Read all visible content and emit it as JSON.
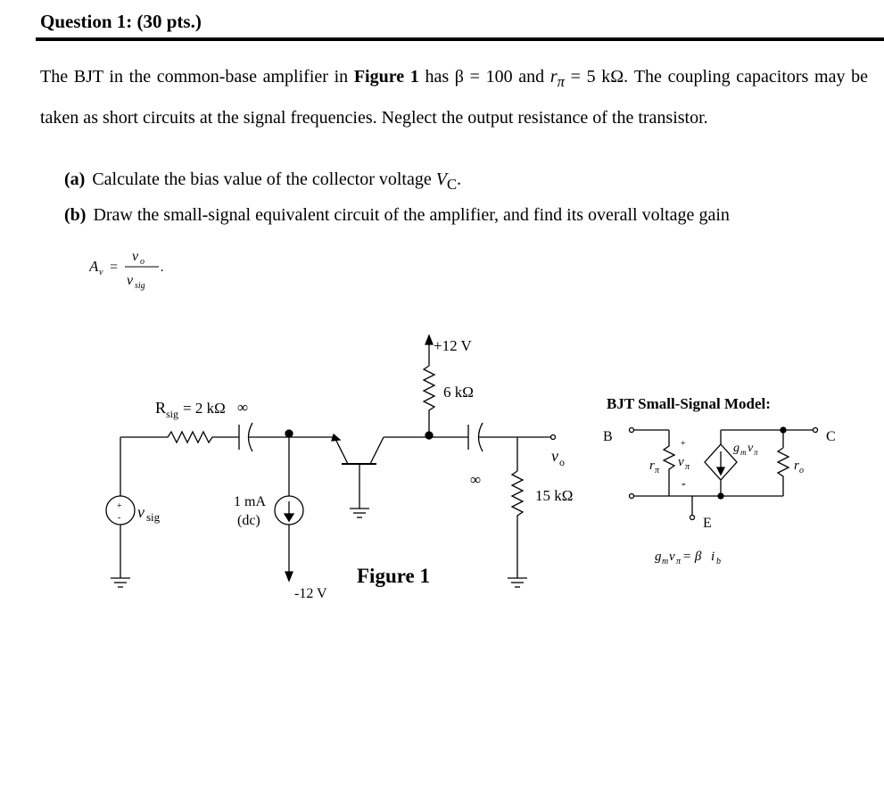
{
  "question": {
    "title": "Question 1: (30 pts.)",
    "intro_1": "The BJT in the common-base amplifier in ",
    "figure_ref": "Figure 1",
    "intro_2": " has β = 100 and ",
    "rpi_sym": "r",
    "rpi_sub": "π",
    "intro_3": " = 5 kΩ. The coupling capacitors may be taken as short circuits at the signal frequencies. Neglect the output resistance of the transistor.",
    "parts": [
      {
        "label": "(a)",
        "text_1": "Calculate the bias value of the collector voltage ",
        "var": "V",
        "var_sub": "C",
        "text_2": "."
      },
      {
        "label": "(b)",
        "text": "Draw the small-signal equivalent circuit of the amplifier, and find its overall voltage gain"
      }
    ],
    "gain": {
      "lhs": "A",
      "lhs_sub": "v",
      "num": "v",
      "num_sub": "o",
      "den": "v",
      "den_sub": "sig",
      "end": "."
    }
  },
  "figure": {
    "caption": "Figure 1",
    "rsig_main": "R",
    "rsig_sub": "sig",
    "rsig_val": "= 2 kΩ",
    "cap_in_label": "∞",
    "cap_out_label": "∞",
    "vsig_main": "v",
    "vsig_sub": "sig",
    "vsig_plus": "+",
    "vsig_minus": "-",
    "isrc_value": "1 mA",
    "isrc_note": "(dc)",
    "neg_supply": "-12 V",
    "pos_supply": "+12 V",
    "rc_value": "6 kΩ",
    "vo_main": "v",
    "vo_sub": "o",
    "rl_value": "15 kΩ"
  },
  "model": {
    "title": "BJT Small-Signal Model:",
    "node_b": "B",
    "node_c": "C",
    "node_e": "E",
    "rpi_main": "r",
    "rpi_sub": "π",
    "vpi_main": "v",
    "vpi_sub": "π",
    "vpi_plus": "+",
    "vpi_minus": "-",
    "gm_main": "g",
    "gm_sub": "m",
    "gm_v": "v",
    "gm_v_sub": "π",
    "ro_main": "r",
    "ro_sub": "o",
    "eq_g": "g",
    "eq_g_sub": "m",
    "eq_v": "v",
    "eq_v_sub": "π",
    "eq_mid": " = β",
    "eq_i": "i",
    "eq_i_sub": "b"
  }
}
